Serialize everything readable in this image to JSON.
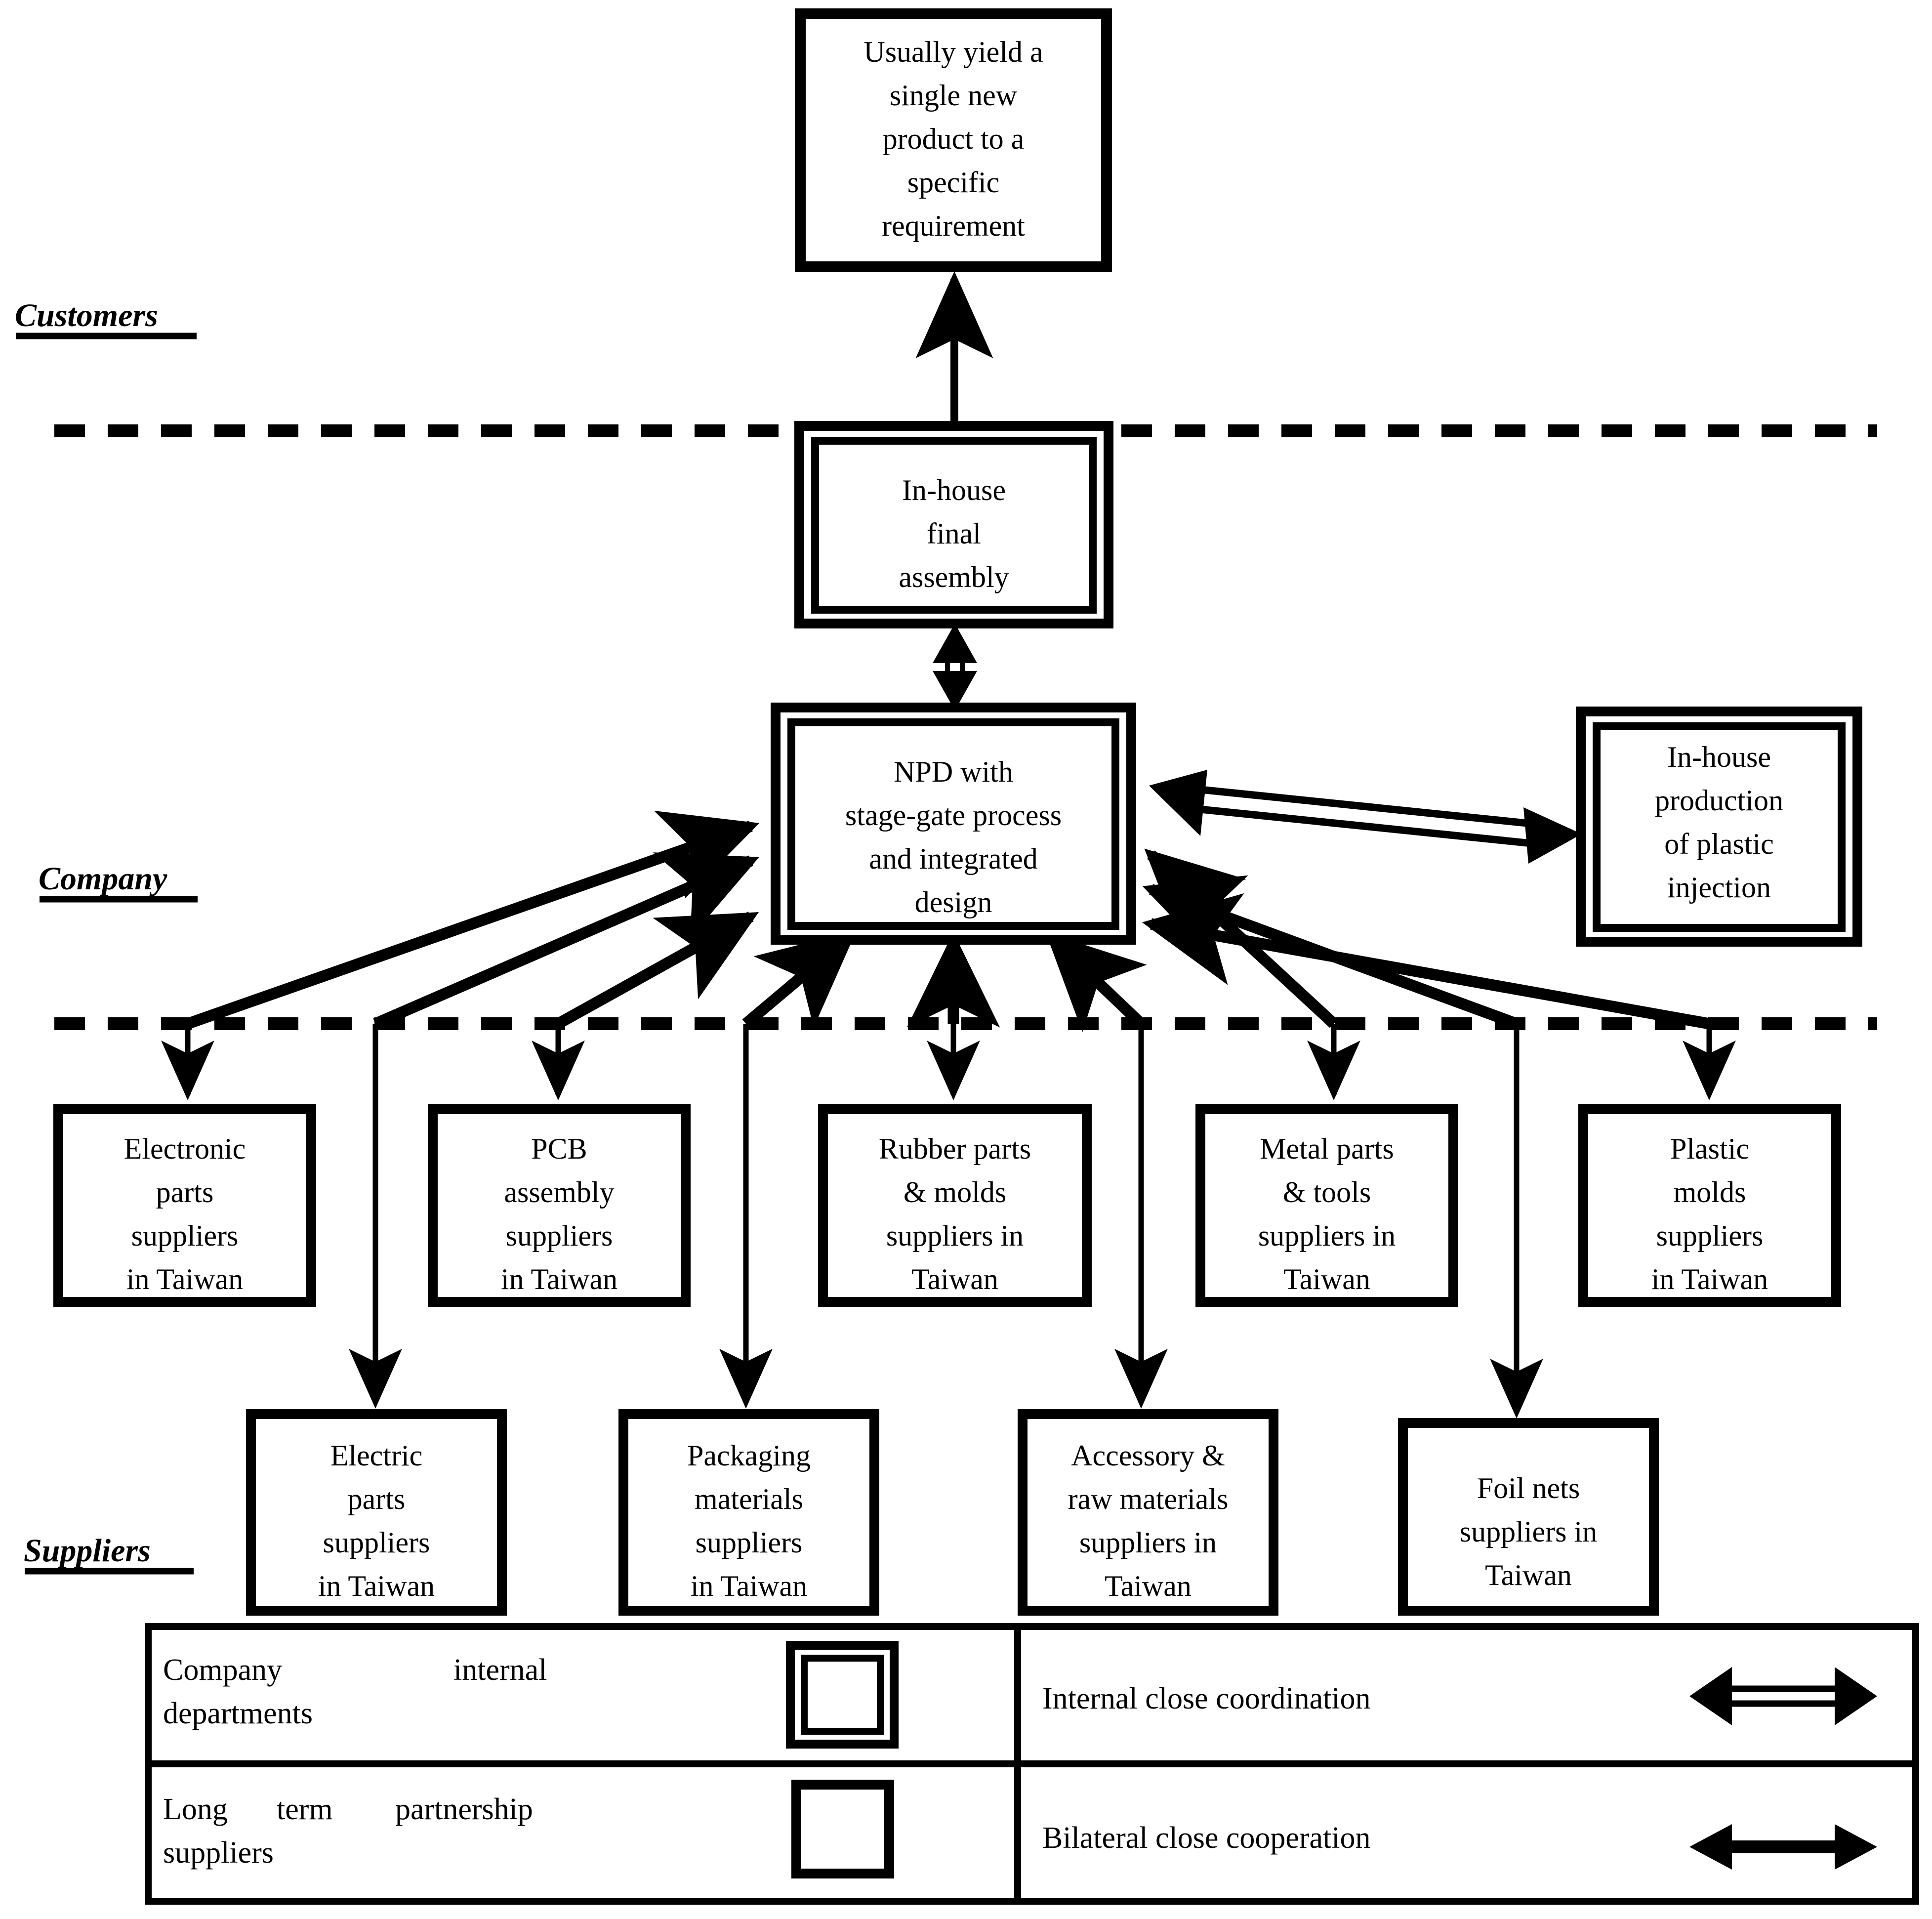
{
  "zones": [
    {
      "id": "customers",
      "label": "Customers"
    },
    {
      "id": "company",
      "label": "Company"
    },
    {
      "id": "suppliers",
      "label": "Suppliers"
    }
  ],
  "boxes": {
    "customer_output": {
      "style": "single",
      "lines": [
        "Usually yield a",
        "single new",
        "product to a",
        "specific",
        "requirement"
      ]
    },
    "final_assembly": {
      "style": "double",
      "lines": [
        "In-house",
        "final",
        "assembly"
      ]
    },
    "npd": {
      "style": "double",
      "lines": [
        "NPD with",
        "stage-gate process",
        "and integrated",
        "design"
      ]
    },
    "plastic_injection": {
      "style": "double",
      "lines": [
        "In-house",
        "production",
        "of plastic",
        "injection"
      ]
    }
  },
  "supplier_row_1": [
    {
      "id": "electronic-parts",
      "lines": [
        "Electronic",
        "parts",
        "suppliers",
        "in Taiwan"
      ]
    },
    {
      "id": "pcb-assembly",
      "lines": [
        "PCB",
        "assembly",
        "suppliers",
        "in Taiwan"
      ]
    },
    {
      "id": "rubber-parts",
      "lines": [
        "Rubber parts",
        "& molds",
        "suppliers in",
        "Taiwan"
      ]
    },
    {
      "id": "metal-parts",
      "lines": [
        "Metal parts",
        "& tools",
        "suppliers in",
        "Taiwan"
      ]
    },
    {
      "id": "plastic-molds",
      "lines": [
        "Plastic",
        "molds",
        "suppliers",
        "in Taiwan"
      ]
    }
  ],
  "supplier_row_2": [
    {
      "id": "electric-parts",
      "lines": [
        "Electric",
        "parts",
        "suppliers",
        "in Taiwan"
      ]
    },
    {
      "id": "packaging-materials",
      "lines": [
        "Packaging",
        "materials",
        "suppliers",
        "in Taiwan"
      ]
    },
    {
      "id": "accessory-raw-materials",
      "lines": [
        "Accessory &",
        "raw materials",
        "suppliers in",
        "Taiwan"
      ]
    },
    {
      "id": "foil-nets",
      "lines": [
        "Foil nets",
        "suppliers in",
        "Taiwan"
      ]
    }
  ],
  "legend": {
    "rows": [
      {
        "id": "company-internal",
        "left_text": "Company internal departments",
        "left_words": [
          "Company",
          "internal",
          "departments"
        ],
        "symbol": "double-box",
        "right_text": "Internal close coordination",
        "right_symbol": "double-line-double-arrow"
      },
      {
        "id": "long-term-partnership",
        "left_text": "Long term partnership suppliers",
        "left_words": [
          "Long",
          "term",
          "partnership",
          "suppliers"
        ],
        "symbol": "single-box",
        "right_text": "Bilateral close cooperation",
        "right_symbol": "solid-double-arrow"
      }
    ]
  },
  "colors": {
    "stroke": "#000000",
    "fill": "#ffffff",
    "background": "#ffffff"
  }
}
